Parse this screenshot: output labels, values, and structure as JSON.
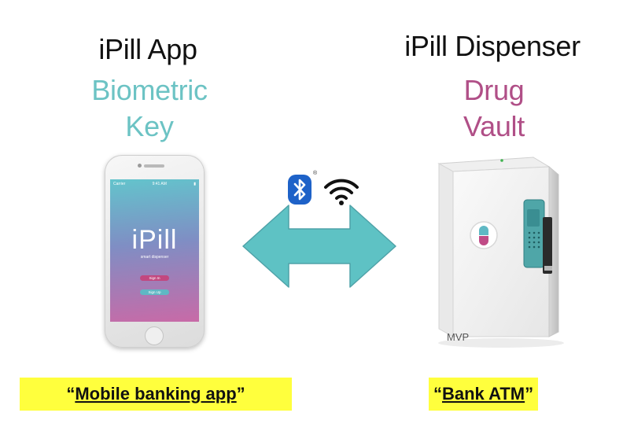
{
  "left": {
    "title": "iPill App",
    "subtitle_line1": "Biometric",
    "subtitle_line2": "Key",
    "label_quote_open": "“",
    "label_text": "Mobile banking app",
    "label_quote_close": "”"
  },
  "right": {
    "title": "iPill Dispenser",
    "subtitle_line1": "Drug",
    "subtitle_line2": "Vault",
    "label_quote_open": "“",
    "label_text": "Bank ATM",
    "label_quote_close": "”",
    "mvp": "MVP"
  },
  "phone_screen": {
    "logo": "iPill",
    "tagline": "smart dispenser",
    "signin": "Sign In",
    "signup": "Sign Up",
    "carrier": "Carrier",
    "time": "9:41 AM"
  },
  "connector": {
    "icons": [
      "bluetooth-icon",
      "wifi-icon"
    ],
    "registered_mark": "®",
    "arrow_color": "#5ec2c4"
  },
  "colors": {
    "subtitle_left": "#6cc3c4",
    "subtitle_right": "#b04f87",
    "label_highlight": "#ffff3d"
  }
}
